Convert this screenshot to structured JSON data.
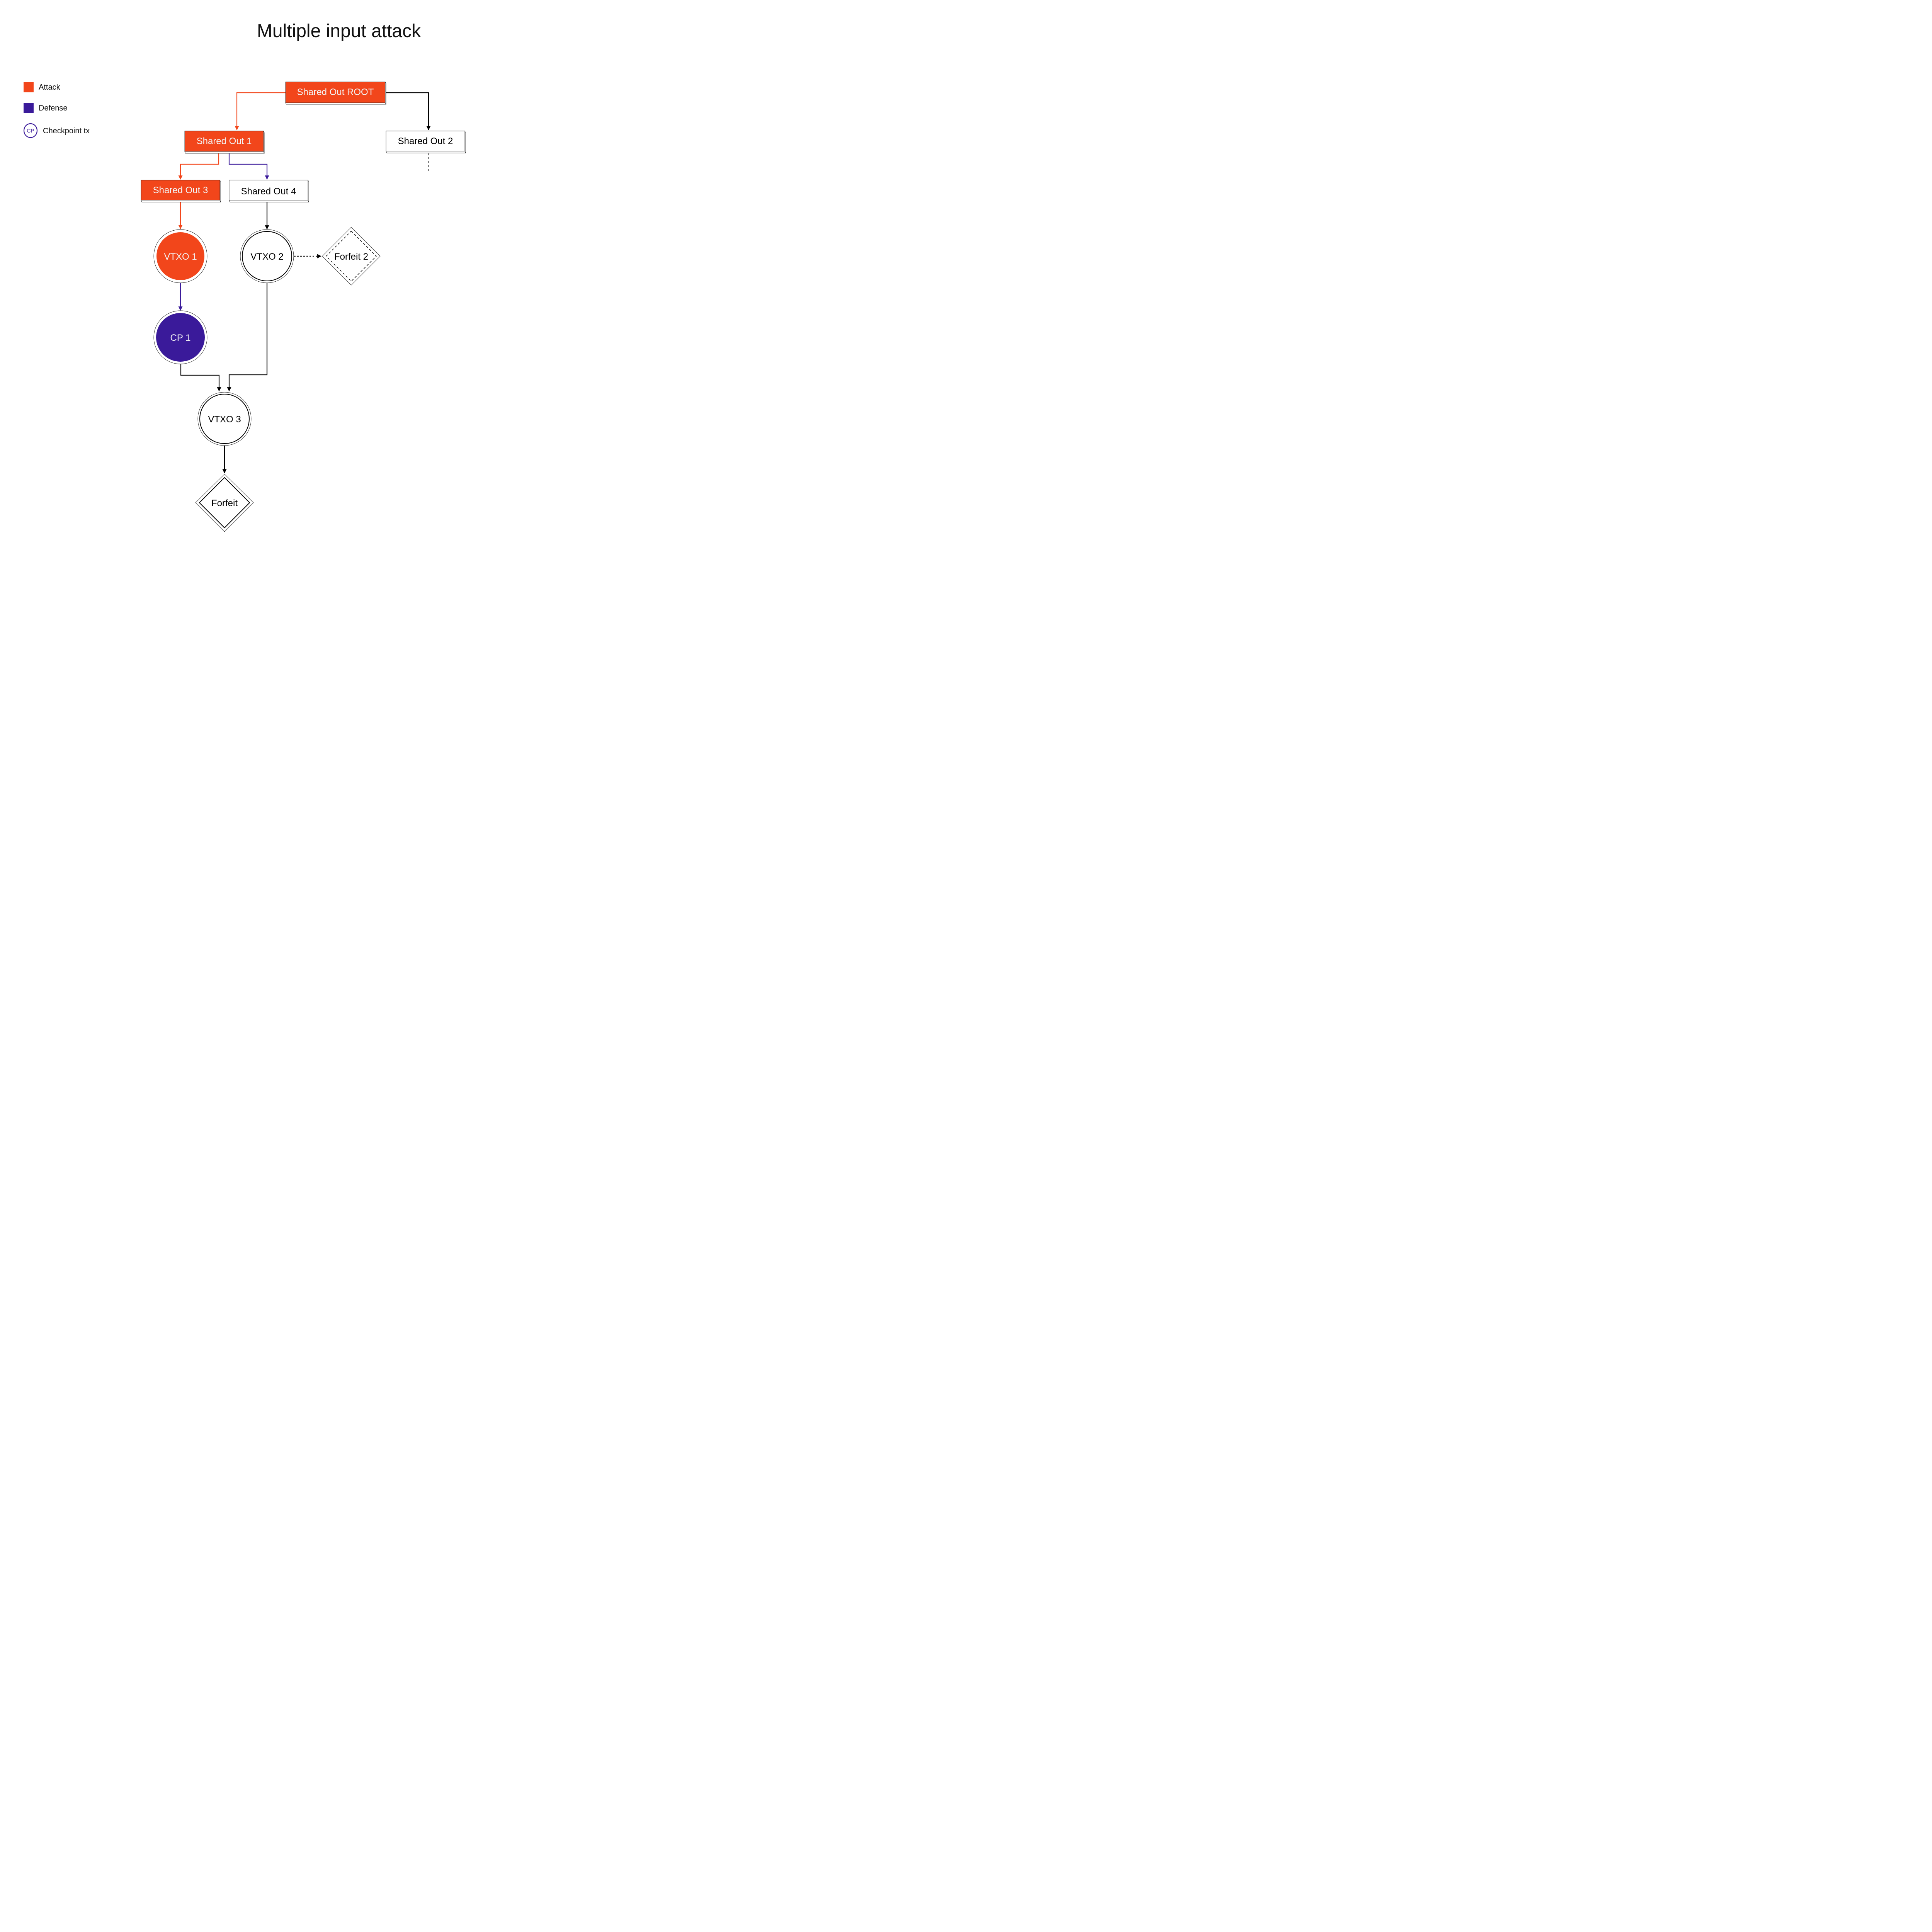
{
  "title": "Multiple input attack",
  "colors": {
    "attack": "#F2461B",
    "defense": "#3A1A9A",
    "neutral": "#000000",
    "text_on_dark": "#F3F3F3",
    "text_dark": "#111111",
    "dashed_gray": "#7A7A7A"
  },
  "legend": [
    {
      "id": "attack",
      "label": "Attack",
      "swatch": "square",
      "color": "#F2461B"
    },
    {
      "id": "defense",
      "label": "Defense",
      "swatch": "square",
      "color": "#3A1A9A"
    },
    {
      "id": "checkpoint",
      "label": "Checkpoint tx",
      "swatch": "circle-icon",
      "icon_text": "CP",
      "color": "#3A1A9A"
    }
  ],
  "nodes": [
    {
      "id": "root",
      "label": "Shared Out ROOT",
      "shape": "box",
      "category": "attack"
    },
    {
      "id": "so1",
      "label": "Shared Out 1",
      "shape": "box",
      "category": "attack"
    },
    {
      "id": "so2",
      "label": "Shared Out 2",
      "shape": "box",
      "category": "neutral"
    },
    {
      "id": "so3",
      "label": "Shared Out 3",
      "shape": "box",
      "category": "attack"
    },
    {
      "id": "so4",
      "label": "Shared Out 4",
      "shape": "box",
      "category": "neutral"
    },
    {
      "id": "vtxo1",
      "label": "VTXO 1",
      "shape": "circle",
      "category": "attack"
    },
    {
      "id": "vtxo2",
      "label": "VTXO 2",
      "shape": "circle",
      "category": "neutral"
    },
    {
      "id": "forfeit2",
      "label": "Forfeit 2",
      "shape": "diamond-dashed",
      "category": "neutral"
    },
    {
      "id": "cp1",
      "label": "CP 1",
      "shape": "circle",
      "category": "defense"
    },
    {
      "id": "vtxo3",
      "label": "VTXO 3",
      "shape": "circle",
      "category": "neutral"
    },
    {
      "id": "forfeit",
      "label": "Forfeit",
      "shape": "diamond",
      "category": "neutral"
    }
  ],
  "edges": [
    {
      "from": "root",
      "to": "so1",
      "category": "attack",
      "style": "solid"
    },
    {
      "from": "root",
      "to": "so2",
      "category": "neutral",
      "style": "solid"
    },
    {
      "from": "so2",
      "to": null,
      "category": "continuation",
      "style": "dashed"
    },
    {
      "from": "so1",
      "to": "so3",
      "category": "attack",
      "style": "solid"
    },
    {
      "from": "so1",
      "to": "so4",
      "category": "defense",
      "style": "solid"
    },
    {
      "from": "so3",
      "to": "vtxo1",
      "category": "attack",
      "style": "solid"
    },
    {
      "from": "so4",
      "to": "vtxo2",
      "category": "neutral",
      "style": "solid"
    },
    {
      "from": "vtxo2",
      "to": "forfeit2",
      "category": "neutral",
      "style": "dotted"
    },
    {
      "from": "vtxo1",
      "to": "cp1",
      "category": "defense",
      "style": "solid"
    },
    {
      "from": "cp1",
      "to": "vtxo3",
      "category": "neutral",
      "style": "solid"
    },
    {
      "from": "vtxo2",
      "to": "vtxo3",
      "category": "neutral",
      "style": "solid"
    },
    {
      "from": "vtxo3",
      "to": "forfeit",
      "category": "neutral",
      "style": "solid"
    }
  ]
}
